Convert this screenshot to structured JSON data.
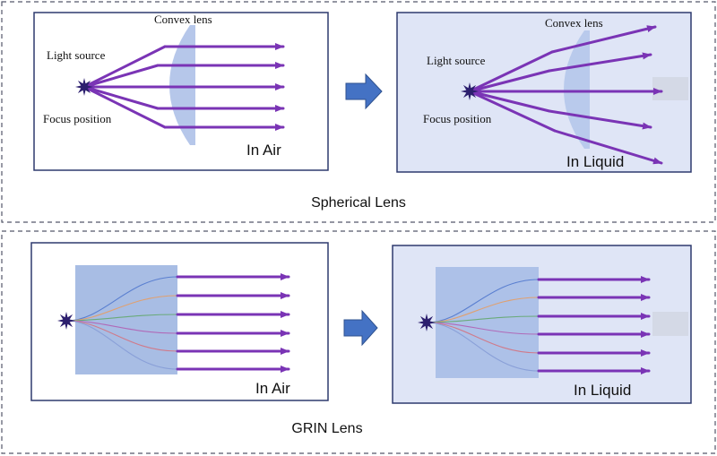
{
  "spherical": {
    "title": "Spherical Lens",
    "air": {
      "lens_label": "Convex lens",
      "source_label": "Light source",
      "focus_label": "Focus position",
      "medium_label": "In Air"
    },
    "liquid": {
      "lens_label": "Convex lens",
      "source_label": "Light source",
      "focus_label": "Focus position",
      "medium_label": "In Liquid"
    }
  },
  "grin": {
    "title": "GRIN Lens",
    "air": {
      "medium_label": "In Air"
    },
    "liquid": {
      "medium_label": "In Liquid"
    }
  },
  "colors": {
    "ray": "#7a34b5",
    "lens_fill": "#a9bde6",
    "grin_fill": "#a8bde4",
    "liquid_bg": "#dfe5f6",
    "frame": "#2e3a6e",
    "arrow_fill": "#4472c4",
    "source_fill": "#2c1f6e"
  }
}
